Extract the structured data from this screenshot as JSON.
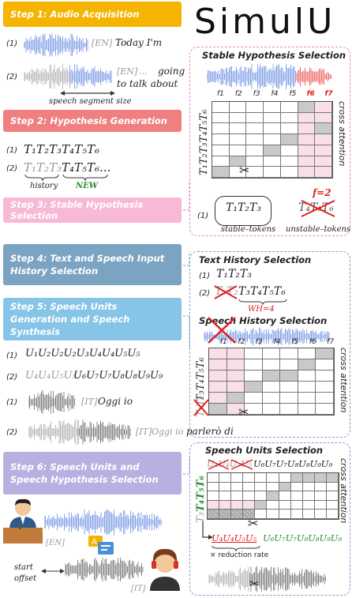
{
  "app_title": "SimulU",
  "steps": {
    "s1": "Step 1: Audio Acquisition",
    "s2": "Step 2: Hypothesis Generation",
    "s3": "Step 3: Stable Hypothesis Selection",
    "s4": "Step 4: Text and Speech Input History Selection",
    "s5": "Step 5: Speech Units Generation and Speech Synthesis",
    "s6": "Step 6: Speech Units and Speech Hypothesis Selection"
  },
  "colors": {
    "s1": "#f5b400",
    "s2": "#f08080",
    "s3": "#f7b9d6",
    "s4": "#7ba3c2",
    "s5": "#87c5e8",
    "s6": "#b8b0e0",
    "wave_blue": "#8aa5e8",
    "wave_gray": "#bbbbbb",
    "wave_dark": "#888888",
    "red": "#e02020",
    "green": "#2e8b2e"
  },
  "markers": {
    "m1": "(1)",
    "m2": "(2)"
  },
  "audio": {
    "l1_lang": "[EN]",
    "l1_text": "Today I'm",
    "l2_lang": "[EN]",
    "l2_ellipsis": "...",
    "l2_text_a": "going",
    "l2_text_b": "to talk about",
    "segment_label": "speech segment size"
  },
  "hyp": {
    "line1": "T₁T₂T₃T₄T₅T₆",
    "hist": "T₁T₂T₃",
    "new": "T₄T₅T₆...",
    "history_label": "history",
    "new_label": "NEW"
  },
  "stable": {
    "title": "Stable Hypothesis Selection",
    "frames": [
      "f1",
      "f2",
      "f3",
      "f4",
      "f5",
      "f6",
      "f7"
    ],
    "ylabel": "T₁T₂T₃T₄T₅T₆",
    "cross": "cross attention",
    "f_eq": "f=2",
    "stable_tokens": "T₁T₂T₃",
    "stable_label": "stable–tokens",
    "unstable_tokens": "T₄T₅T₆",
    "unstable_label": "unstable–tokens",
    "marker": "(1)"
  },
  "text_hist": {
    "title": "Text History Selection",
    "l1": "T₁T₂T₃",
    "l2_crossed": "T₁T₂",
    "l2_rest": "T₃T₄T₅T₆",
    "wh": "WH=4"
  },
  "speech_hist": {
    "title": "Speech History Selection",
    "frames": [
      "f1",
      "f2",
      "f3",
      "f4",
      "f5",
      "f6",
      "f7"
    ],
    "ylabel_crossed": "T₁T₂",
    "ylabel": "T₃T₄T₅T₆",
    "cross": "cross attention"
  },
  "units": {
    "l1": "U₁U₂U₂U₂U₃U₄U₄U₅U₅",
    "l2_gray": "U₄U₄U₅U₅",
    "l2_rest": "U₆U₇U₇U₈U₈U₉U₉",
    "l3_lang": "[IT]",
    "l3_text": "Oggi io",
    "l4_lang": "[IT]",
    "l4_gray": "Oggi io",
    "l4_text": "parlerò di"
  },
  "units_sel": {
    "title": "Speech Units Selection",
    "top_crossed": "U₄U₄U₅U₅",
    "top_rest": "U₆U₇U₇U₈U₈U₉U₉",
    "ylabel_gray": "T₃",
    "ylabel_green": "T₄T₅T₆",
    "cross": "cross attention",
    "bottom_red": "U₄U₄U₅U₅",
    "bottom_green": "U₆U₇U₇U₈U₈U₉U₉",
    "reduction": "× reduction rate"
  },
  "bottom": {
    "lang_en": "[EN]",
    "lang_it": "[IT]",
    "start_offset": "start\noffset"
  }
}
